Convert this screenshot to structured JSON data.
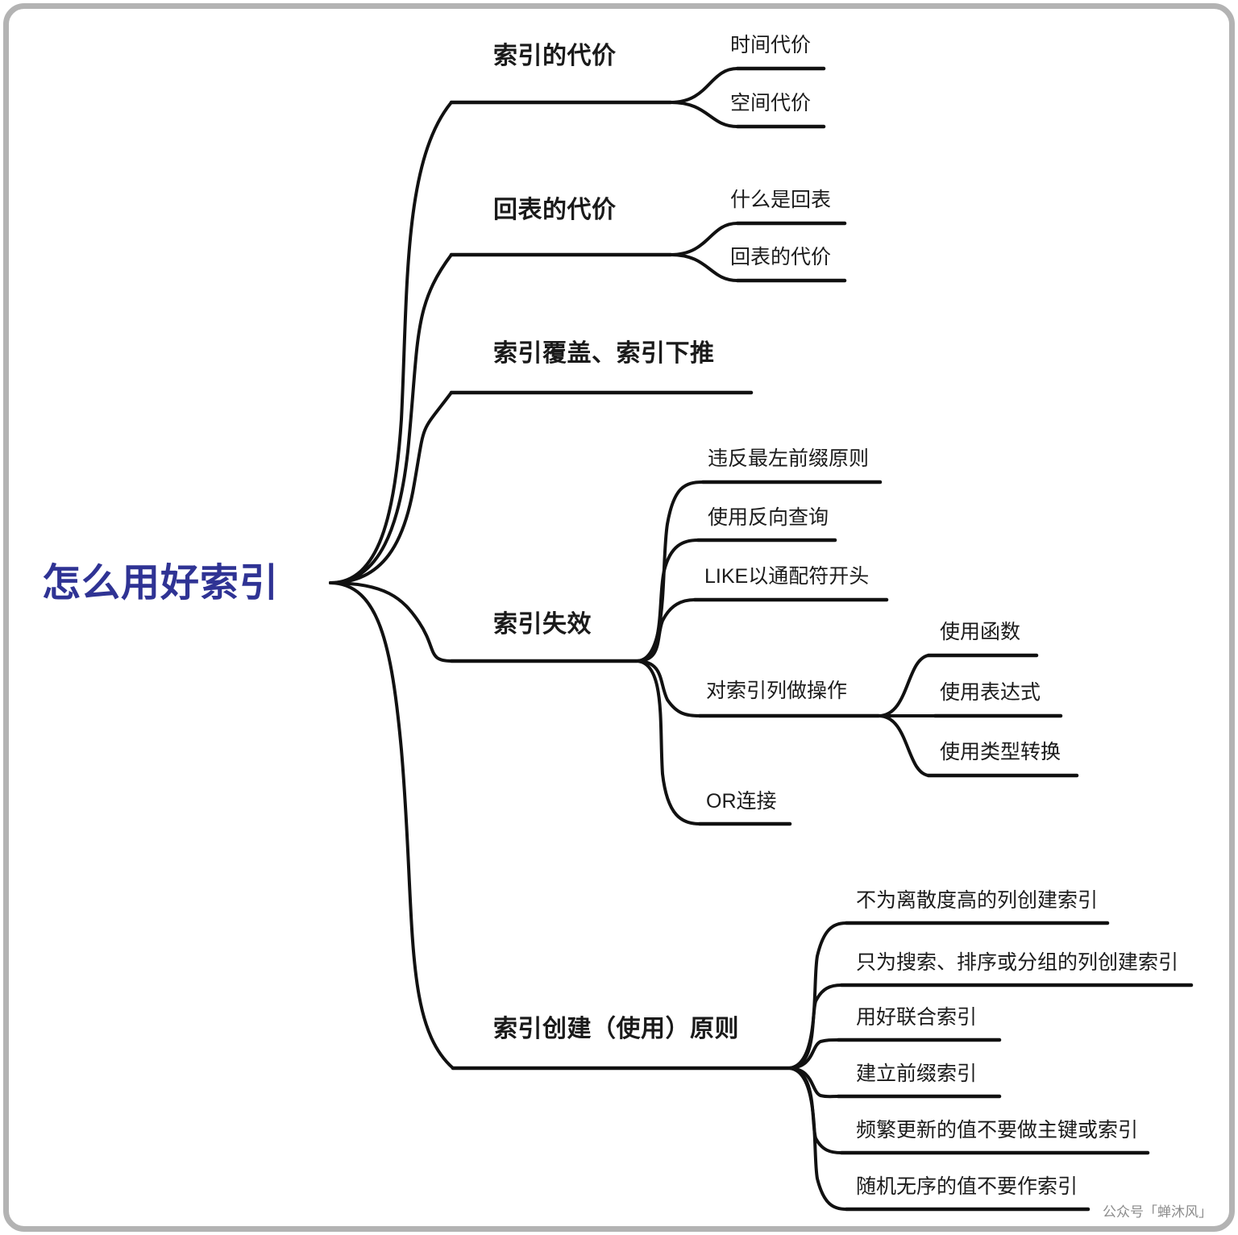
{
  "diagram": {
    "type": "mindmap",
    "title": "怎么用好索引",
    "direction": "left-to-right",
    "root_color": "#2f3394",
    "line_color": "#111111",
    "background": "#ffffff",
    "frame_color": "#b3b3b3"
  },
  "root": {
    "label": "怎么用好索引"
  },
  "branches": [
    {
      "label": "索引的代价",
      "children": [
        {
          "label": "时间代价"
        },
        {
          "label": "空间代价"
        }
      ]
    },
    {
      "label": "回表的代价",
      "children": [
        {
          "label": "什么是回表"
        },
        {
          "label": "回表的代价"
        }
      ]
    },
    {
      "label": "索引覆盖、索引下推",
      "children": []
    },
    {
      "label": "索引失效",
      "children": [
        {
          "label": "违反最左前缀原则"
        },
        {
          "label": "使用反向查询"
        },
        {
          "label": "LIKE以通配符开头"
        },
        {
          "label": "对索引列做操作",
          "children": [
            {
              "label": "使用函数"
            },
            {
              "label": "使用表达式"
            },
            {
              "label": "使用类型转换"
            }
          ]
        },
        {
          "label": "OR连接"
        }
      ]
    },
    {
      "label": "索引创建（使用）原则",
      "children": [
        {
          "label": "不为离散度高的列创建索引"
        },
        {
          "label": "只为搜索、排序或分组的列创建索引"
        },
        {
          "label": "用好联合索引"
        },
        {
          "label": "建立前缀索引"
        },
        {
          "label": "频繁更新的值不要做主键或索引"
        },
        {
          "label": "随机无序的值不要作索引"
        }
      ]
    }
  ],
  "watermark": {
    "text": "公众号「蝉沐风」"
  }
}
